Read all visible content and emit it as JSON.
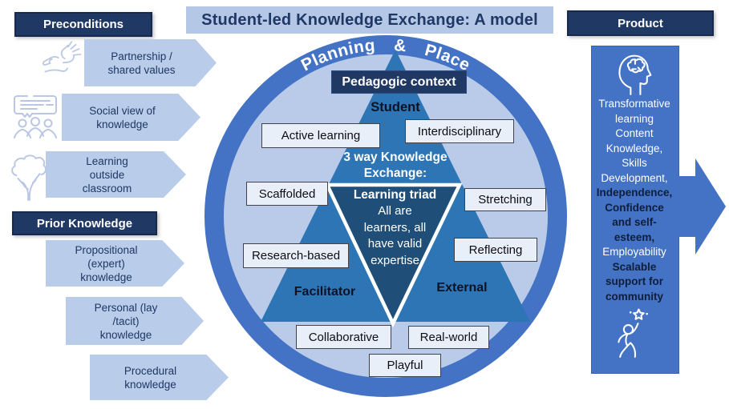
{
  "title": "Student-led Knowledge Exchange: A model",
  "left": {
    "preconditions": {
      "header": "Preconditions",
      "items": [
        "Partnership /\nshared values",
        "Social view of\nknowledge",
        "Learning\noutside\nclassroom"
      ]
    },
    "prior": {
      "header": "Prior Knowledge",
      "items": [
        "Propositional\n(expert)\nknowledge",
        "Personal (lay\n/tacit)\nknowledge",
        "Procedural\nknowledge"
      ]
    }
  },
  "circle": {
    "arc_label": "Planning & Place",
    "pedagogic_context": "Pedagogic context",
    "student": "Student",
    "exchange_heading": "3 way Knowledge\nExchange:",
    "triad": {
      "heading": "Learning triad",
      "body": "All are\nlearners, all\nhave valid\nexpertise"
    },
    "facilitator": "Facilitator",
    "external": "External",
    "tags": {
      "active_learning": "Active learning",
      "interdisciplinary": "Interdisciplinary",
      "scaffolded": "Scaffolded",
      "stretching": "Stretching",
      "research_based": "Research-based",
      "reflecting": "Reflecting",
      "collaborative": "Collaborative",
      "real_world": "Real-world",
      "playful": "Playful"
    }
  },
  "product": {
    "header": "Product",
    "lines": [
      {
        "text": "Transformative",
        "tone": "light"
      },
      {
        "text": "learning",
        "tone": "light"
      },
      {
        "text": "Content",
        "tone": "light"
      },
      {
        "text": "Knowledge,",
        "tone": "light"
      },
      {
        "text": "Skills",
        "tone": "light"
      },
      {
        "text": "Development,",
        "tone": "light"
      },
      {
        "text": "Independence,",
        "tone": "dark"
      },
      {
        "text": "Confidence",
        "tone": "dark"
      },
      {
        "text": "and self-",
        "tone": "dark"
      },
      {
        "text": "esteem,",
        "tone": "dark"
      },
      {
        "text": "Employability",
        "tone": "light"
      },
      {
        "text": "Scalable",
        "tone": "dark"
      },
      {
        "text": "support for",
        "tone": "dark"
      },
      {
        "text": "community",
        "tone": "dark"
      }
    ]
  },
  "colors": {
    "ring": "#4472C4",
    "triangle": "#2E75B6",
    "inner_triangle": "#1F4E79",
    "header_bg": "#1F3864",
    "light_blue": "#B4C7E7",
    "tag_bg": "#E9EFF9"
  }
}
